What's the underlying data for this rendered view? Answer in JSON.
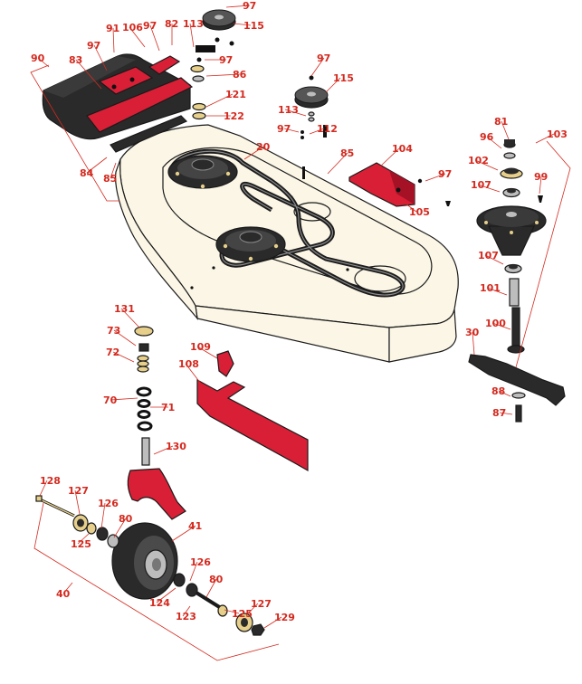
{
  "diagram": {
    "colors": {
      "accent": "#d42a1f",
      "part_red": "#d91f36",
      "deck": "#fbf6e6",
      "outline": "#1a1a1a"
    },
    "labels": [
      "97",
      "115",
      "106",
      "97",
      "82",
      "113",
      "91",
      "97",
      "97",
      "90",
      "83",
      "86",
      "121",
      "122",
      "20",
      "84",
      "85",
      "97",
      "115",
      "113",
      "112",
      "97",
      "85",
      "104",
      "97",
      "105",
      "81",
      "96",
      "103",
      "102",
      "99",
      "107",
      "107",
      "101",
      "100",
      "30",
      "131",
      "73",
      "72",
      "109",
      "108",
      "88",
      "87",
      "70",
      "71",
      "130",
      "128",
      "127",
      "126",
      "80",
      "41",
      "125",
      "126",
      "124",
      "80",
      "123",
      "125",
      "127",
      "129",
      "40"
    ],
    "parts": [
      "deck",
      "belt",
      "deck-pulley-front",
      "deck-pulley-rear",
      "idler-pulley",
      "idler-pulley-small",
      "belt-cover",
      "belt-cover-bracket",
      "spindle-housing",
      "spindle-shaft",
      "spindle-bearing",
      "blade",
      "bracket",
      "anti-scalp-bar",
      "caster-fork",
      "caster-wheel",
      "axle-bolt",
      "wheel-bearing",
      "wheel-spacer",
      "washer",
      "bushing",
      "nut"
    ]
  }
}
